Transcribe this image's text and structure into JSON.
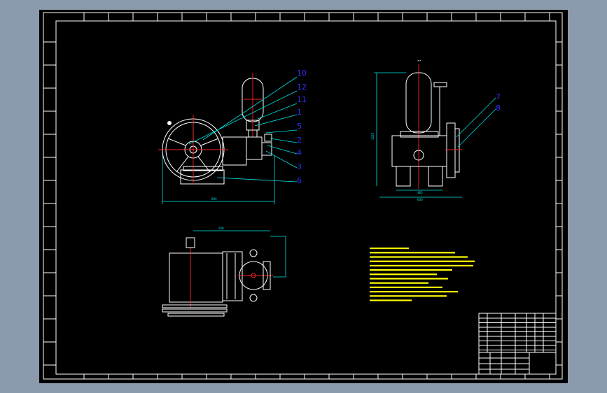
{
  "top_marker": "▸▸",
  "callouts": {
    "c10": "10",
    "c12": "12",
    "c11": "11",
    "c1": "1",
    "c5": "5",
    "c2": "2",
    "c4": "4",
    "c3": "3",
    "c6": "6",
    "c7": "7",
    "c8": "8"
  },
  "colors": {
    "background": "#000000",
    "frame": "#ffffff",
    "outline": "#ffffff",
    "dimension": "#00e5e5",
    "centerline": "#ff2020",
    "notes": "#ffff00",
    "callout": "#3030ff"
  }
}
